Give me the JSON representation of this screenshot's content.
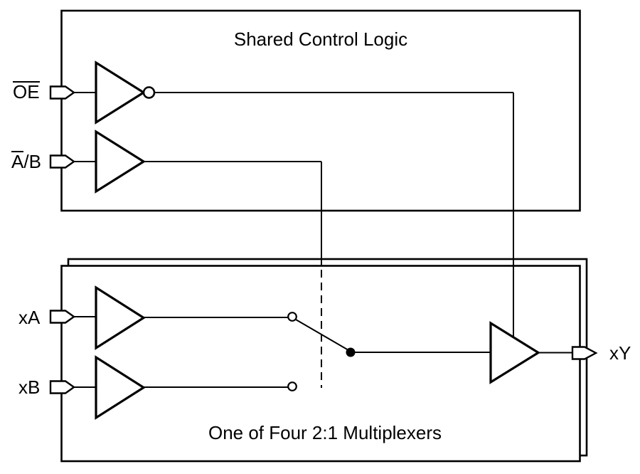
{
  "diagram": {
    "background": "#ffffff",
    "line_color": "#000000",
    "shared_box": {
      "title": "Shared Control Logic"
    },
    "mux_box": {
      "title": "One of Four 2:1 Multiplexers"
    },
    "labels": {
      "oe": {
        "overlined": "OE",
        "rest": ""
      },
      "ab": {
        "overlined": "A",
        "rest": "/B"
      },
      "xa": "xA",
      "xb": "xB",
      "xy": "xY"
    }
  }
}
